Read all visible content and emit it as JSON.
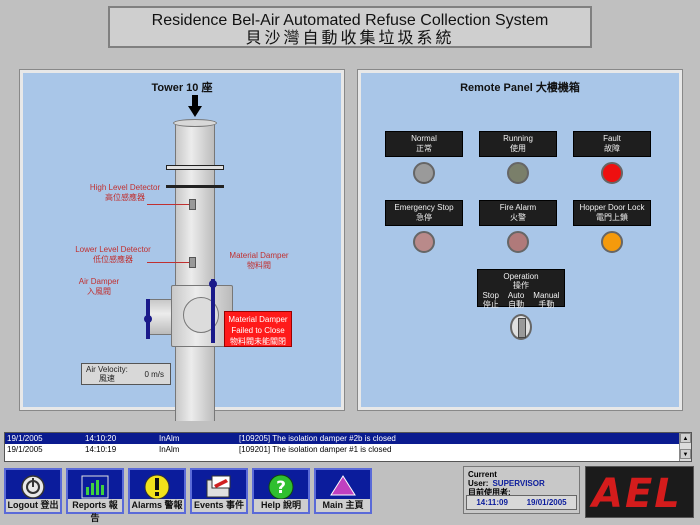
{
  "header": {
    "title_en": "Residence Bel-Air Automated Refuse Collection System",
    "title_zh": "貝沙灣自動收集垃圾系統"
  },
  "tower": {
    "title": "Tower 10 座",
    "high_level_label_en": "High Level Detector",
    "high_level_label_zh": "高位感應器",
    "low_level_label_en": "Lower Level Detector",
    "low_level_label_zh": "低位感應器",
    "air_damper_en": "Air Damper",
    "air_damper_zh": "入風閥",
    "material_damper_en": "Material Damper",
    "material_damper_zh": "物料閥",
    "alarm_line1": "Material Damper",
    "alarm_line2": "Failed to Close",
    "alarm_line3": "物料閥未能關閉",
    "velocity_label_en": "Air Velocity:",
    "velocity_label_zh": "風速",
    "velocity_value": "0 m/s"
  },
  "remote": {
    "title": "Remote Panel 大樓機箱",
    "indicators": [
      {
        "en": "Normal",
        "zh": "正常",
        "color": "#9a9a9a"
      },
      {
        "en": "Running",
        "zh": "使用",
        "color": "#7a7f6a"
      },
      {
        "en": "Fault",
        "zh": "故障",
        "color": "#ee1010"
      },
      {
        "en": "Emergency Stop",
        "zh": "急停",
        "color": "#b98a8a"
      },
      {
        "en": "Fire Alarm",
        "zh": "火警",
        "color": "#b07a7a"
      },
      {
        "en": "Hopper Door Lock",
        "zh": "電門上鎖",
        "color": "#f59a0c"
      }
    ],
    "operation_en": "Operation",
    "operation_zh": "操作",
    "modes": [
      {
        "en": "Stop",
        "zh": "停止"
      },
      {
        "en": "Auto",
        "zh": "自動"
      },
      {
        "en": "Manual",
        "zh": "手動"
      }
    ]
  },
  "log": {
    "rows": [
      {
        "date": "19/1/2005",
        "time": "14:10:20",
        "type": "InAlm",
        "msg": "[109205] The isolation damper #2b is closed"
      },
      {
        "date": "19/1/2005",
        "time": "14:10:19",
        "type": "InAlm",
        "msg": "[109201] The isolation damper #1 is closed"
      }
    ]
  },
  "nav": {
    "logout": "Logout 登出",
    "reports": "Reports 報告",
    "alarms": "Alarms 警報",
    "events": "Events 事件",
    "help": "Help 說明",
    "main": "Main 主頁"
  },
  "status": {
    "user_label_en": "Current User:",
    "user_label_zh": "目前使用者:",
    "user": "SUPERVISOR",
    "time": "14:11:09",
    "date": "19/01/2005"
  },
  "logo": {
    "text": "AEL",
    "color": "#d41c1c"
  }
}
